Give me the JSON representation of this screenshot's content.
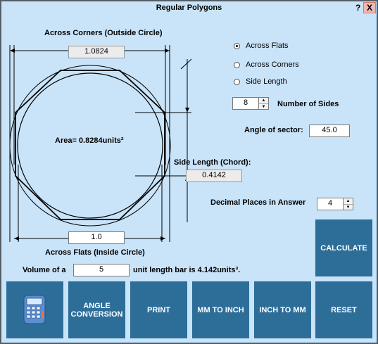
{
  "window": {
    "title": "Regular Polygons",
    "help": "?",
    "close": "X"
  },
  "labels": {
    "across_corners": "Across Corners (Outside Circle)",
    "across_flats": "Across Flats (Inside Circle)",
    "area": "Area= 0.8284units²",
    "side_length": "Side Length (Chord):",
    "number_of_sides": "Number of Sides",
    "angle_of_sector": "Angle of sector:",
    "decimal_places": "Decimal Places in Answer",
    "volume_prefix": "Volume of a",
    "volume_suffix": "unit length bar is 4.142units³."
  },
  "values": {
    "across_corners": "1.0824",
    "across_flats": "1.0",
    "side_length": "0.4142",
    "number_of_sides": "8",
    "angle_of_sector": "45.0",
    "decimal_places": "4",
    "volume_length": "5"
  },
  "options": [
    {
      "label": "Across Flats",
      "selected": true
    },
    {
      "label": "Across Corners",
      "selected": false
    },
    {
      "label": "Side Length",
      "selected": false
    }
  ],
  "buttons": {
    "calculate": "CALCULATE",
    "calculator_icon": "calculator-icon",
    "angle_conversion": "ANGLE CONVERSION",
    "print": "PRINT",
    "mm_to_inch": "MM TO INCH",
    "inch_to_mm": "INCH TO MM",
    "reset": "RESET"
  },
  "colors": {
    "window_bg": "#c9e3f8",
    "button_bg": "#2d6e99",
    "button_text": "#ffffff"
  }
}
